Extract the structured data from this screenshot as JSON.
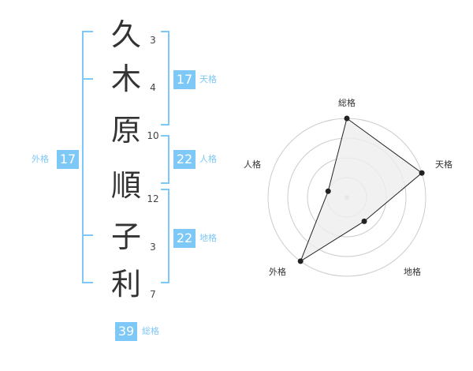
{
  "name": {
    "chars": [
      {
        "char": "久",
        "strokes": "3"
      },
      {
        "char": "木",
        "strokes": "4"
      },
      {
        "char": "原",
        "strokes": "10"
      },
      {
        "char": "順",
        "strokes": "12"
      },
      {
        "char": "子",
        "strokes": "3"
      },
      {
        "char": "利",
        "strokes": "7"
      }
    ]
  },
  "fortunes": {
    "tenkaku": {
      "value": "17",
      "label": "天格"
    },
    "jinkaku": {
      "value": "22",
      "label": "人格"
    },
    "chikaku": {
      "value": "22",
      "label": "地格"
    },
    "gaikaku": {
      "value": "17",
      "label": "外格"
    },
    "soukaku": {
      "value": "39",
      "label": "総格"
    }
  },
  "radar": {
    "axes": [
      "総格",
      "天格",
      "地格",
      "外格",
      "人格"
    ],
    "levels": 4,
    "values": [
      4,
      4,
      1.5,
      4,
      1
    ]
  },
  "colors": {
    "accent": "#7ec8f7",
    "line": "#222222",
    "grid": "#cccccc",
    "fill": "#eeeeee"
  }
}
